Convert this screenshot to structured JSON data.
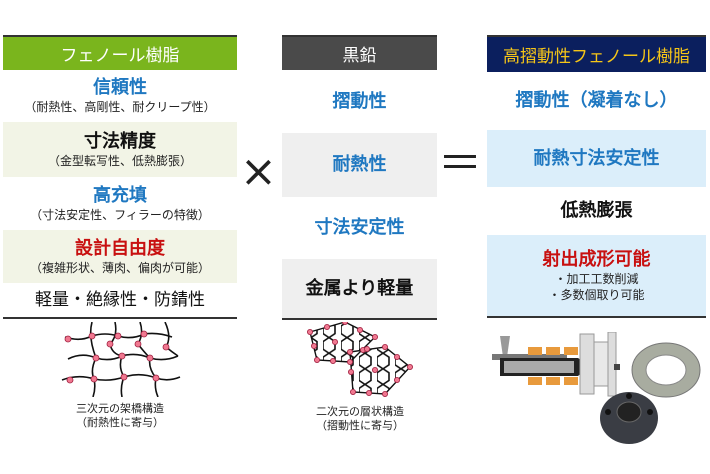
{
  "left": {
    "title": "フェノール樹脂",
    "color": "#7ab51d",
    "rows": [
      {
        "main": "信頼性",
        "sub": "（耐熱性、高剛性、耐クリープ性）"
      },
      {
        "main": "寸法精度",
        "sub": "（金型転写性、低熱膨張）"
      },
      {
        "main": "高充填",
        "sub": "（寸法安定性、フィラーの特徴）"
      },
      {
        "main": "設計自由度",
        "sub": "（複雑形状、薄肉、偏肉が可能）"
      },
      {
        "main": "軽量・絶縁性・防錆性"
      }
    ]
  },
  "times": "×",
  "middle": {
    "title": "黒鉛",
    "color": "#4a4a4a",
    "rows": [
      {
        "main": "摺動性"
      },
      {
        "main": "耐熱性"
      },
      {
        "main": "寸法安定性"
      },
      {
        "main": "金属より軽量"
      }
    ]
  },
  "equals": "＝",
  "right": {
    "title": "高摺動性フェノール樹脂",
    "color": "#0b1f5e",
    "title_color": "#f5c518",
    "rows": [
      {
        "main": "摺動性（凝着なし）"
      },
      {
        "main": "耐熱寸法安定性"
      },
      {
        "main": "低熱膨張"
      },
      {
        "main": "射出成形可能",
        "subs": [
          "・加工工数削減",
          "・多数個取り可能"
        ]
      }
    ]
  },
  "captions": {
    "left": [
      "三次元の架橋構造",
      "（耐熱性に寄与）"
    ],
    "middle": [
      "二次元の層状構造",
      "（摺動性に寄与）"
    ]
  }
}
